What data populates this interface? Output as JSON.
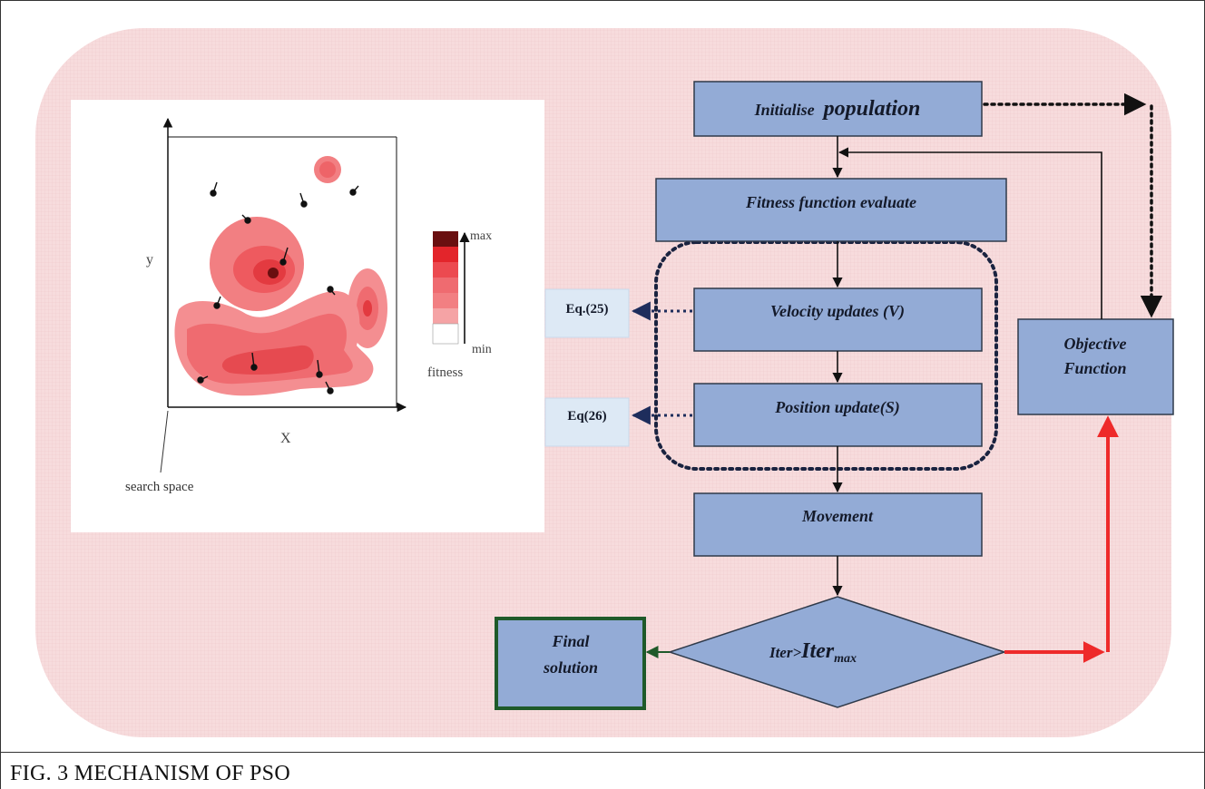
{
  "caption": "FIG. 3  MECHANISM OF PSO",
  "search_space": {
    "x_label": "X",
    "y_label": "y",
    "search_space_label": "search space",
    "legend_max": "max",
    "legend_min": "min",
    "legend_title": "fitness"
  },
  "flow": {
    "initialise_prefix": "Initialise",
    "initialise_word": "population",
    "fitness_eval": "Fitness function evaluate",
    "velocity": "Velocity updates (V)",
    "position": "Position update(S)",
    "movement": "Movement",
    "decision_iter": "Iter>",
    "decision_iter_bold": "Iter",
    "decision_sub": "max",
    "final_line1": "Final",
    "final_line2": "solution",
    "objective_line1": "Objective",
    "objective_line2": "Function",
    "eq25": "Eq.(25)",
    "eq26": "Eq(26)"
  },
  "colors": {
    "box_fill": "#93abd6",
    "box_stroke": "#2f3a4a",
    "final_border": "#1f5a2a",
    "red_arrow": "#ee2a2a",
    "background_tint": "#f6d9da",
    "eq_fill": "#dde9f5"
  }
}
